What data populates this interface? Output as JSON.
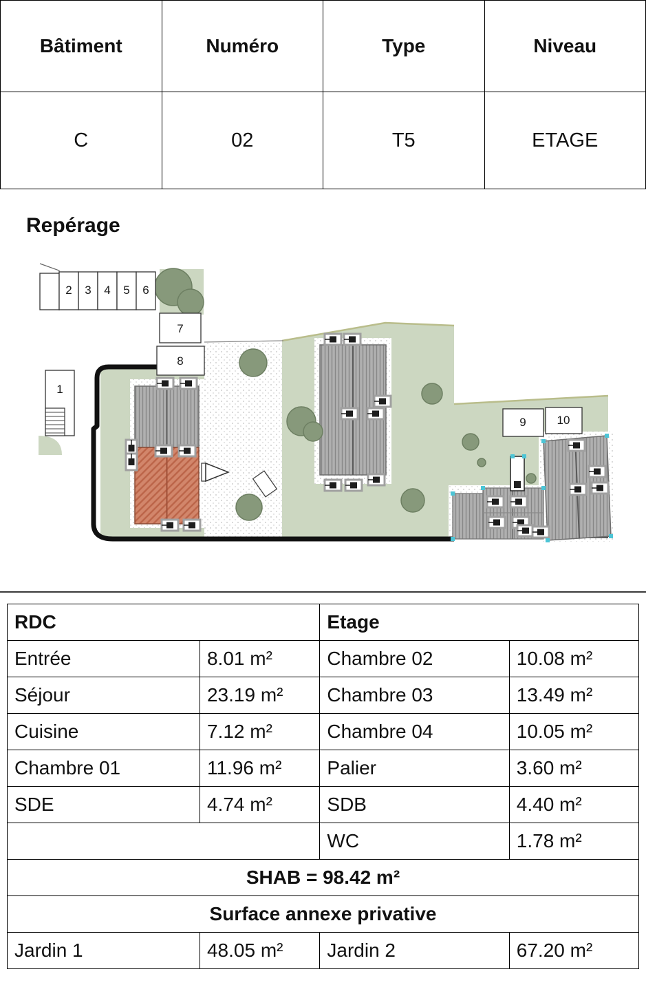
{
  "spec": {
    "headers": [
      "Bâtiment",
      "Numéro",
      "Type",
      "Niveau"
    ],
    "values": [
      "C",
      "02",
      "T5",
      "ETAGE"
    ]
  },
  "reperage_title": "Repérage",
  "plan": {
    "lots": [
      "1",
      "2",
      "3",
      "4",
      "5",
      "6",
      "7",
      "8",
      "9",
      "10"
    ],
    "colors": {
      "highlight_unit": "#d2866b",
      "garden_green": "#ccd7c1",
      "tree_green": "#87997b",
      "roof_gray": "#b0b0b0",
      "boundary_black": "#111111",
      "handle_cyan": "#4cc5d6"
    }
  },
  "areas": {
    "left_header": "RDC",
    "right_header": "Etage",
    "rows": [
      {
        "ll": "Entrée",
        "lv": "8.01 m²",
        "rl": "Chambre 02",
        "rv": "10.08 m²"
      },
      {
        "ll": "Séjour",
        "lv": "23.19 m²",
        "rl": "Chambre 03",
        "rv": "13.49 m²"
      },
      {
        "ll": "Cuisine",
        "lv": "7.12 m²",
        "rl": "Chambre 04",
        "rv": "10.05 m²"
      },
      {
        "ll": "Chambre 01",
        "lv": "11.96 m²",
        "rl": "Palier",
        "rv": "3.60 m²"
      },
      {
        "ll": "SDE",
        "lv": "4.74 m²",
        "rl": "SDB",
        "rv": "4.40 m²"
      },
      {
        "ll": "",
        "lv": "",
        "rl": "WC",
        "rv": "1.78 m²"
      }
    ],
    "shab": "SHAB = 98.42 m²",
    "annexe_title": "Surface annexe privative",
    "annexe": {
      "ll": "Jardin 1",
      "lv": "48.05 m²",
      "rl": "Jardin 2",
      "rv": "67.20 m²"
    }
  }
}
